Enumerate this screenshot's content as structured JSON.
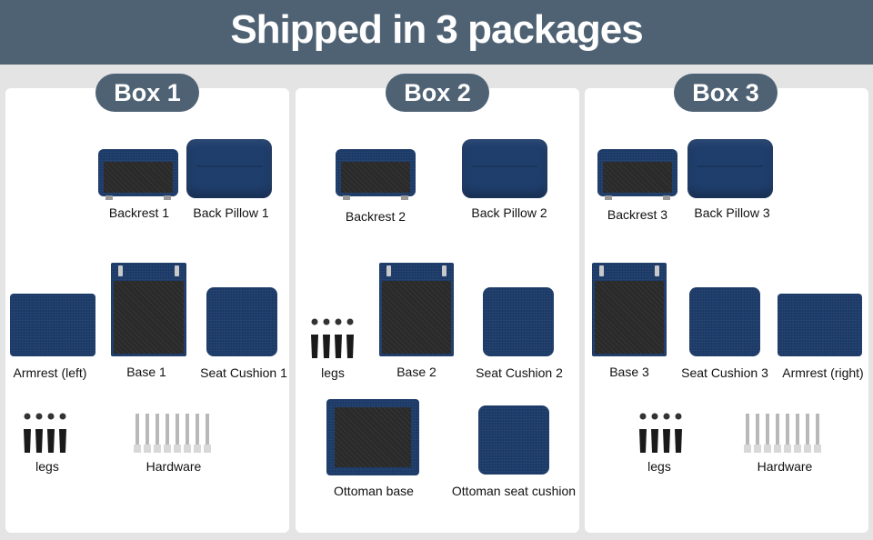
{
  "header": {
    "title": "Shipped in 3 packages"
  },
  "colors": {
    "banner": "#4f6274",
    "fabric": "#1e3d6b",
    "background": "#e4e4e4"
  },
  "boxes": [
    {
      "title": "Box 1",
      "labels": {
        "backrest": "Backrest 1",
        "back_pillow": "Back Pillow 1",
        "armrest": "Armrest (left)",
        "base": "Base 1",
        "seat_cushion": "Seat Cushion 1",
        "legs": "legs",
        "hardware": "Hardware"
      }
    },
    {
      "title": "Box 2",
      "labels": {
        "backrest": "Backrest 2",
        "back_pillow": "Back Pillow 2",
        "legs": "legs",
        "base": "Base 2",
        "seat_cushion": "Seat Cushion 2",
        "ottoman_base": "Ottoman base",
        "ottoman_cushion": "Ottoman seat cushion"
      }
    },
    {
      "title": "Box 3",
      "labels": {
        "backrest": "Backrest 3",
        "back_pillow": "Back Pillow 3",
        "base": "Base 3",
        "seat_cushion": "Seat Cushion 3",
        "armrest": "Armrest (right)",
        "legs": "legs",
        "hardware": "Hardware"
      }
    }
  ]
}
